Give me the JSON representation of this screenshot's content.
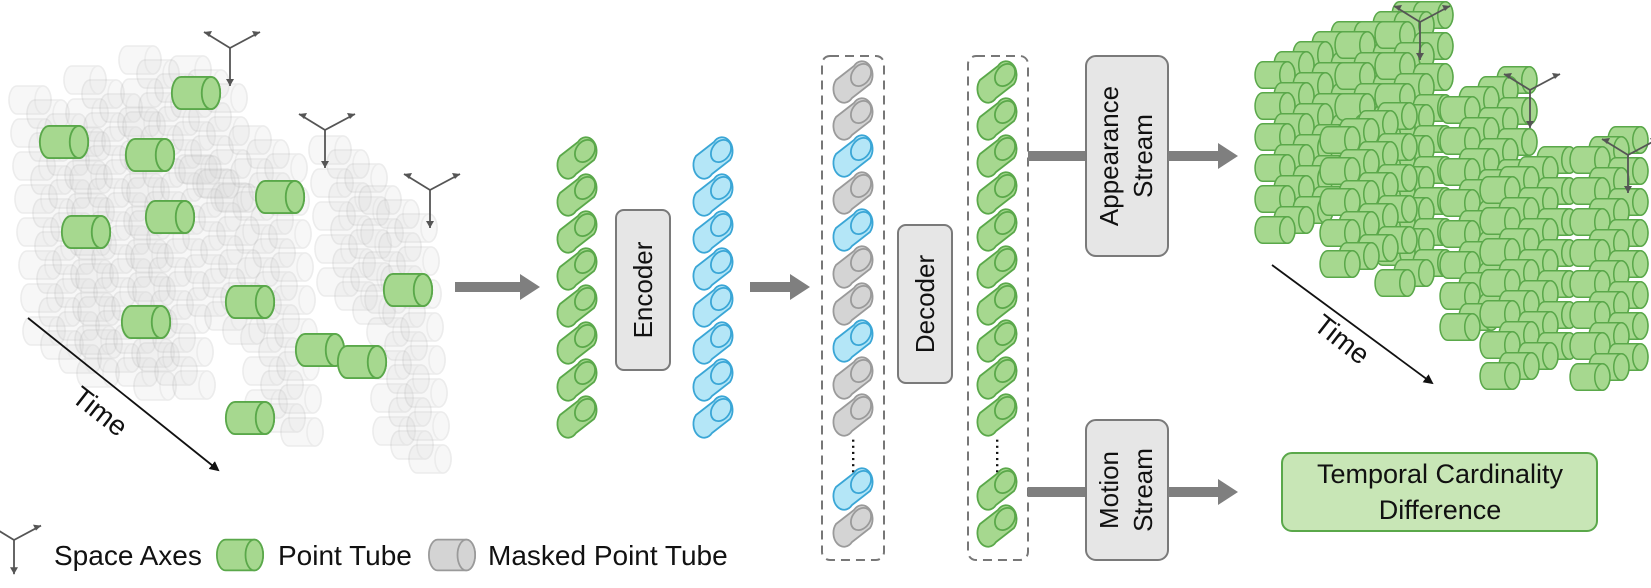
{
  "labels": {
    "time_left": "Time",
    "time_right": "Time",
    "encoder": "Encoder",
    "decoder": "Decoder",
    "appearance_line1": "Appearance",
    "appearance_line2": "Stream",
    "motion_line1": "Motion",
    "motion_line2": "Stream",
    "tcd_line1": "Temporal Cardinality",
    "tcd_line2": "Difference",
    "dots": "......"
  },
  "legend": {
    "space_axes": "Space Axes",
    "point_tube": "Point Tube",
    "masked_point_tube": "Masked Point Tube"
  },
  "colors": {
    "green_fill": "#a6d88f",
    "green_stroke": "#5aa84a",
    "blue_fill": "#b4e6f7",
    "blue_stroke": "#3aa6d6",
    "gray_fill": "#d4d4d4",
    "gray_stroke": "#9a9a9a",
    "box_fill": "#e6e6e6",
    "box_stroke": "#7a7a7a",
    "arrow": "#7f7f7f",
    "tcd_fill": "#c8e6b6"
  },
  "sequences": {
    "encoder_input": [
      "green",
      "green",
      "green",
      "green",
      "green",
      "green",
      "green",
      "green"
    ],
    "encoder_output": [
      "blue",
      "blue",
      "blue",
      "blue",
      "blue",
      "blue",
      "blue",
      "blue"
    ],
    "decoder_input": [
      "gray",
      "gray",
      "blue",
      "gray",
      "blue",
      "gray",
      "gray",
      "blue",
      "gray",
      "gray",
      "dots",
      "blue",
      "gray"
    ],
    "decoder_output": [
      "green",
      "green",
      "green",
      "green",
      "green",
      "green",
      "green",
      "green",
      "green",
      "green",
      "dots",
      "green",
      "green"
    ]
  },
  "icons": [
    "space-axes-icon",
    "point-tube-icon",
    "masked-point-tube-icon",
    "arrow-icon"
  ]
}
